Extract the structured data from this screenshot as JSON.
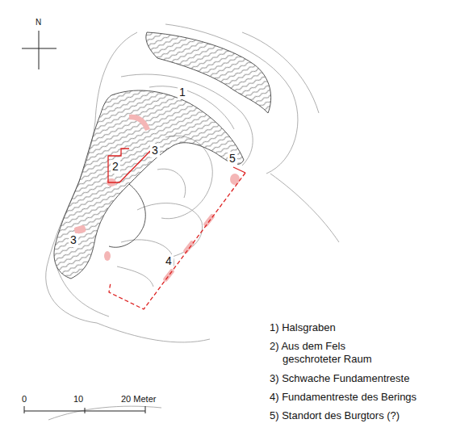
{
  "diagram": {
    "labels": [
      "N",
      "1",
      "2",
      "3",
      "3",
      "4",
      "5",
      "1) Halsgraben",
      "2) Aus dem Fels geschroteter Raum",
      "3) Schwache Fundamentreste",
      "4) Fundamentreste des Berings",
      "5) Standort des Burgtors (?)",
      "0",
      "10",
      "20 Meter"
    ]
  }
}
